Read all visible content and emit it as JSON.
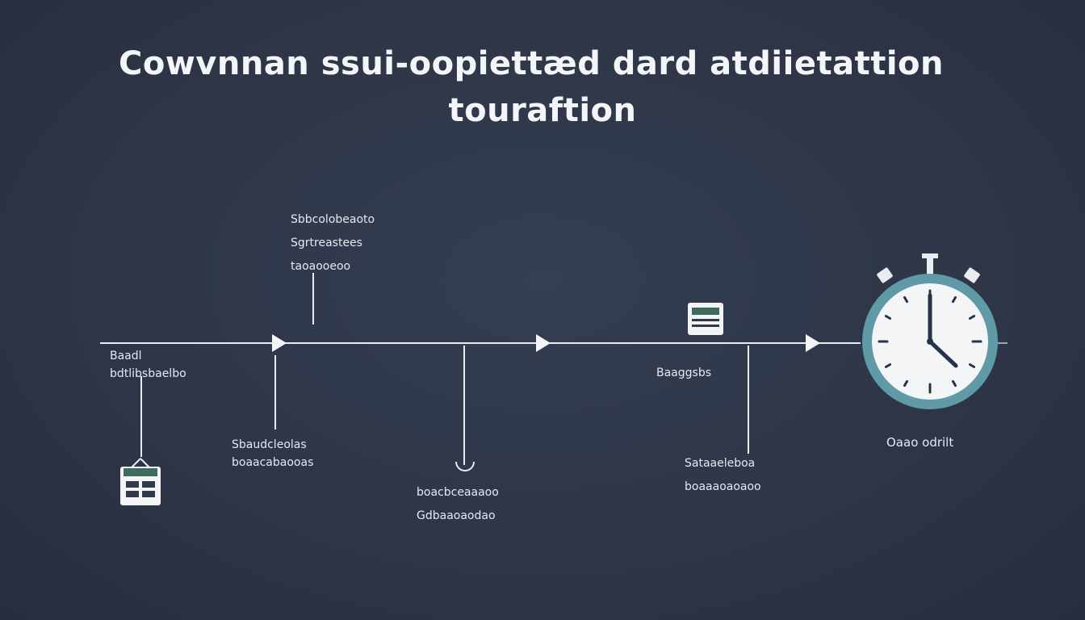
{
  "title": {
    "line1": "Cowvnnan ssui-oopiettæd dard atdiietattion",
    "line2": "touraftion"
  },
  "labels": {
    "top_left": [
      "Sbbcolobeaoto",
      "Sgrtreastees",
      "taoaooeoo"
    ],
    "start": [
      "Baadl",
      "bdtlibsbaelbo"
    ],
    "below_1": [
      "Sbaudcleolas",
      "boaacabaooas"
    ],
    "below_2": [
      "boacbceaaaoo",
      "Gdbaaoaodao"
    ],
    "mid_right": [
      "Baaggsbs"
    ],
    "below_3": [
      "Sataaeleboa",
      "boaaaoaoaoo"
    ],
    "clock_caption": [
      "Oaao odrilt"
    ]
  },
  "colors": {
    "background": "#2d3546",
    "line": "#e9ecf1",
    "clock_ring": "#5f9aa6",
    "clock_face": "#f4f5f7",
    "clock_hands": "#25344a"
  },
  "icons": {
    "start_marker": "calendar-icon",
    "mid_marker": "document-icon",
    "end_marker": "stopwatch-icon"
  }
}
